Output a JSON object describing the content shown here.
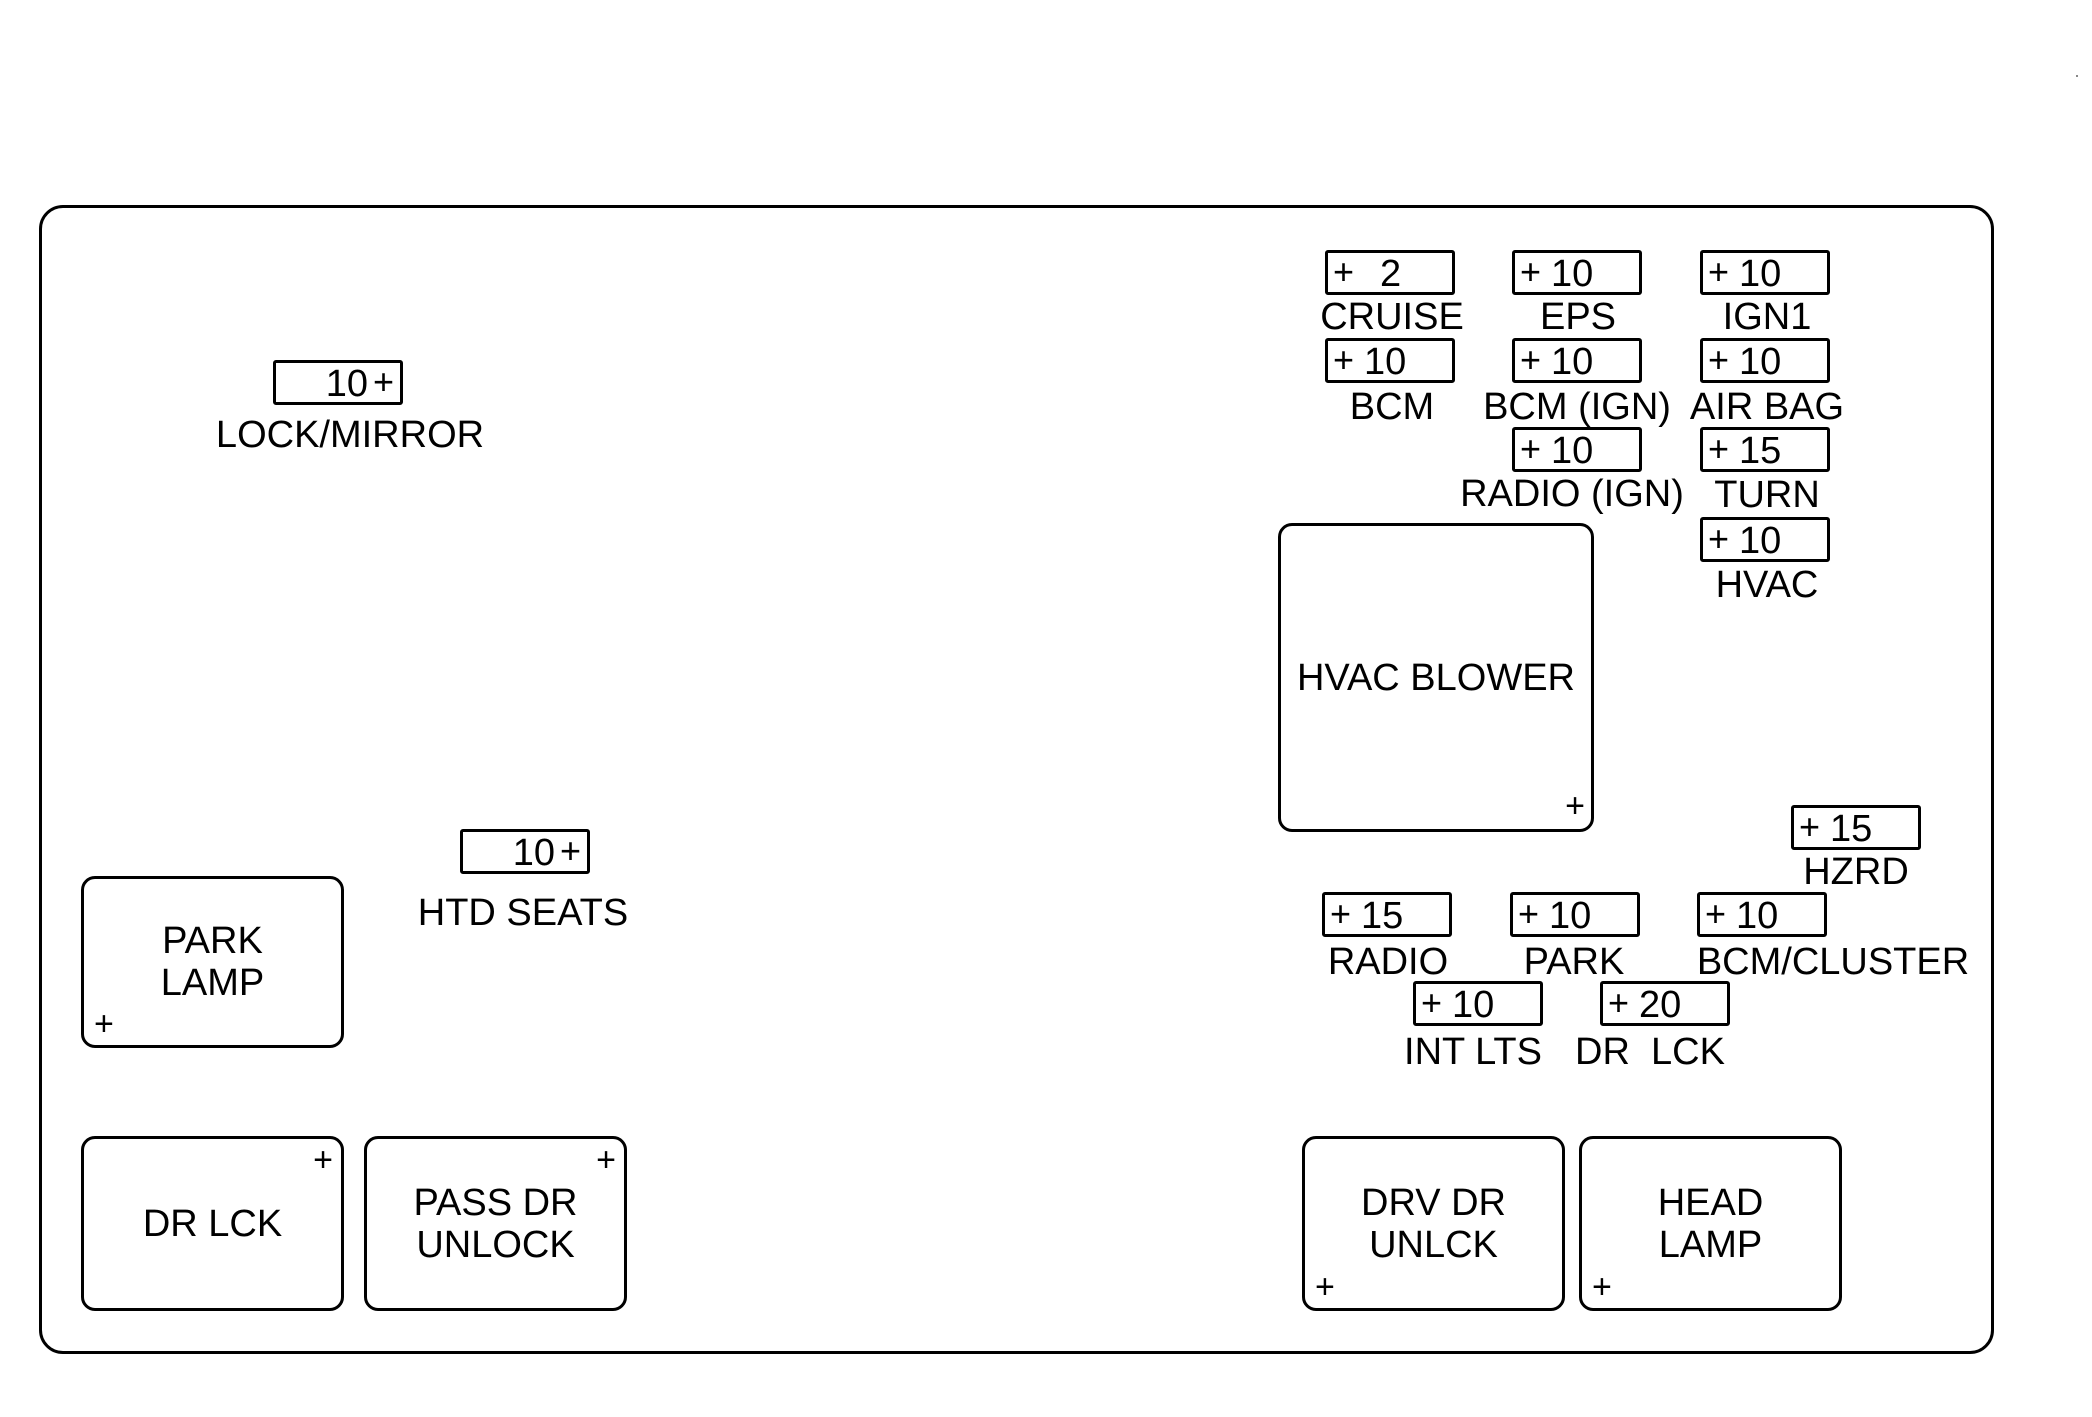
{
  "fuses": [
    {
      "id": "lock-mirror",
      "amp": "10",
      "label": "LOCK/MIRROR",
      "plus": "right"
    },
    {
      "id": "htd-seats",
      "amp": "10",
      "label": "HTD SEATS",
      "plus": "right"
    },
    {
      "id": "cruise",
      "amp": "2",
      "label": "CRUISE",
      "plus": "left"
    },
    {
      "id": "eps",
      "amp": "10",
      "label": "EPS",
      "plus": "left"
    },
    {
      "id": "ign1",
      "amp": "10",
      "label": "IGN1",
      "plus": "left"
    },
    {
      "id": "bcm",
      "amp": "10",
      "label": "BCM",
      "plus": "left"
    },
    {
      "id": "bcm-ign",
      "amp": "10",
      "label": "BCM (IGN)",
      "plus": "left"
    },
    {
      "id": "air-bag",
      "amp": "10",
      "label": "AIR BAG",
      "plus": "left"
    },
    {
      "id": "radio-ign",
      "amp": "10",
      "label": "RADIO (IGN)",
      "plus": "left"
    },
    {
      "id": "turn",
      "amp": "15",
      "label": "TURN",
      "plus": "left"
    },
    {
      "id": "hvac",
      "amp": "10",
      "label": "HVAC",
      "plus": "left"
    },
    {
      "id": "hzrd",
      "amp": "15",
      "label": "HZRD",
      "plus": "left"
    },
    {
      "id": "radio",
      "amp": "15",
      "label": "RADIO",
      "plus": "left"
    },
    {
      "id": "park",
      "amp": "10",
      "label": "PARK",
      "plus": "left"
    },
    {
      "id": "bcm-cluster",
      "amp": "10",
      "label": "BCM/CLUSTER",
      "plus": "left"
    },
    {
      "id": "int-lts",
      "amp": "10",
      "label": "INT LTS",
      "plus": "left"
    },
    {
      "id": "dr-lck-fuse",
      "amp": "20",
      "label": "DR  LCK",
      "plus": "left"
    }
  ],
  "relays": [
    {
      "id": "hvac-blower",
      "label": "HVAC BLOWER",
      "plus_symbol": "+"
    },
    {
      "id": "park-lamp",
      "label": "PARK\nLAMP",
      "plus_symbol": "+"
    },
    {
      "id": "dr-lck",
      "label": "DR LCK",
      "plus_symbol": "+"
    },
    {
      "id": "pass-dr-unlock",
      "label": "PASS DR\nUNLOCK",
      "plus_symbol": "+"
    },
    {
      "id": "drv-dr-unlck",
      "label": "DRV DR\nUNLCK",
      "plus_symbol": "+"
    },
    {
      "id": "head-lamp",
      "label": "HEAD\nLAMP",
      "plus_symbol": "+"
    }
  ],
  "plus_symbol": "+"
}
